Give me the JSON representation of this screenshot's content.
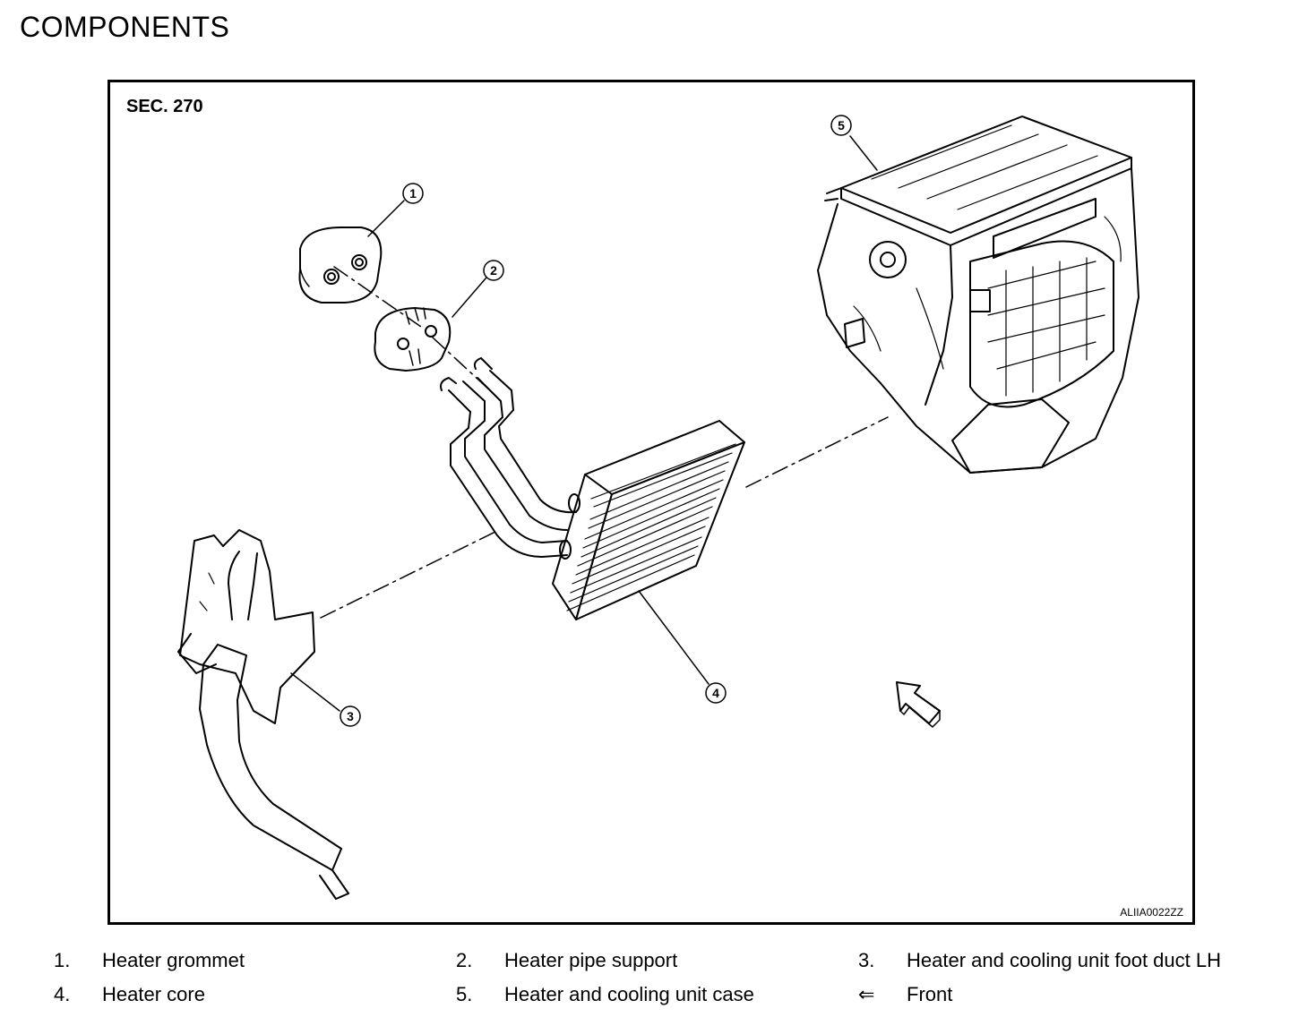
{
  "page": {
    "title": "COMPONENTS"
  },
  "figure": {
    "section_label": "SEC. 270",
    "figure_code": "ALIIA0022ZZ",
    "callouts": [
      "1",
      "2",
      "3",
      "4",
      "5"
    ]
  },
  "legend": [
    {
      "num": "1.",
      "text": "Heater grommet"
    },
    {
      "num": "2.",
      "text": "Heater pipe support"
    },
    {
      "num": "3.",
      "text": "Heater and cooling unit foot duct LH"
    },
    {
      "num": "4.",
      "text": "Heater core"
    },
    {
      "num": "5.",
      "text": "Heater and cooling unit case"
    },
    {
      "num": "⇐",
      "text": "Front"
    }
  ]
}
